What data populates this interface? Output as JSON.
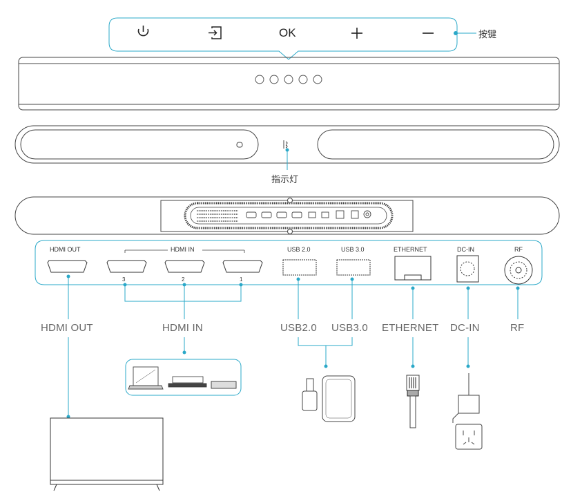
{
  "colors": {
    "accent": "#2aa8c8",
    "outline": "#444444",
    "label": "#666666"
  },
  "button_panel": {
    "buttons": [
      {
        "icon": "power-icon",
        "label": ""
      },
      {
        "icon": "source-input-icon",
        "label": ""
      },
      {
        "icon": "ok-icon",
        "label": "OK"
      },
      {
        "icon": "plus-icon",
        "label": ""
      },
      {
        "icon": "minus-icon",
        "label": ""
      }
    ],
    "callout": "按键"
  },
  "indicator": {
    "callout": "指示灯"
  },
  "port_panel": {
    "hdmi_out": "HDMI OUT",
    "hdmi_in": "HDMI IN",
    "hdmi_numbers": [
      "3",
      "2",
      "1"
    ],
    "usb20": "USB 2.0",
    "usb30": "USB 3.0",
    "ethernet": "ETHERNET",
    "dcin": "DC-IN",
    "rf": "RF"
  },
  "connection_labels": {
    "hdmi_out": "HDMI OUT",
    "hdmi_in": "HDMI IN",
    "usb20": "USB2.0",
    "usb30": "USB3.0",
    "ethernet": "ETHERNET",
    "dcin": "DC-IN",
    "rf": "RF"
  },
  "devices": {
    "hdmi_sources": [
      "laptop-icon",
      "set-top-box-icon",
      "media-player-icon"
    ],
    "usb": [
      "usb-flash-drive-icon",
      "external-hard-drive-icon"
    ],
    "ethernet": "rj45-cable-icon",
    "power": [
      "power-adapter-icon",
      "wall-socket-icon"
    ],
    "display": "tv-monitor-icon"
  }
}
